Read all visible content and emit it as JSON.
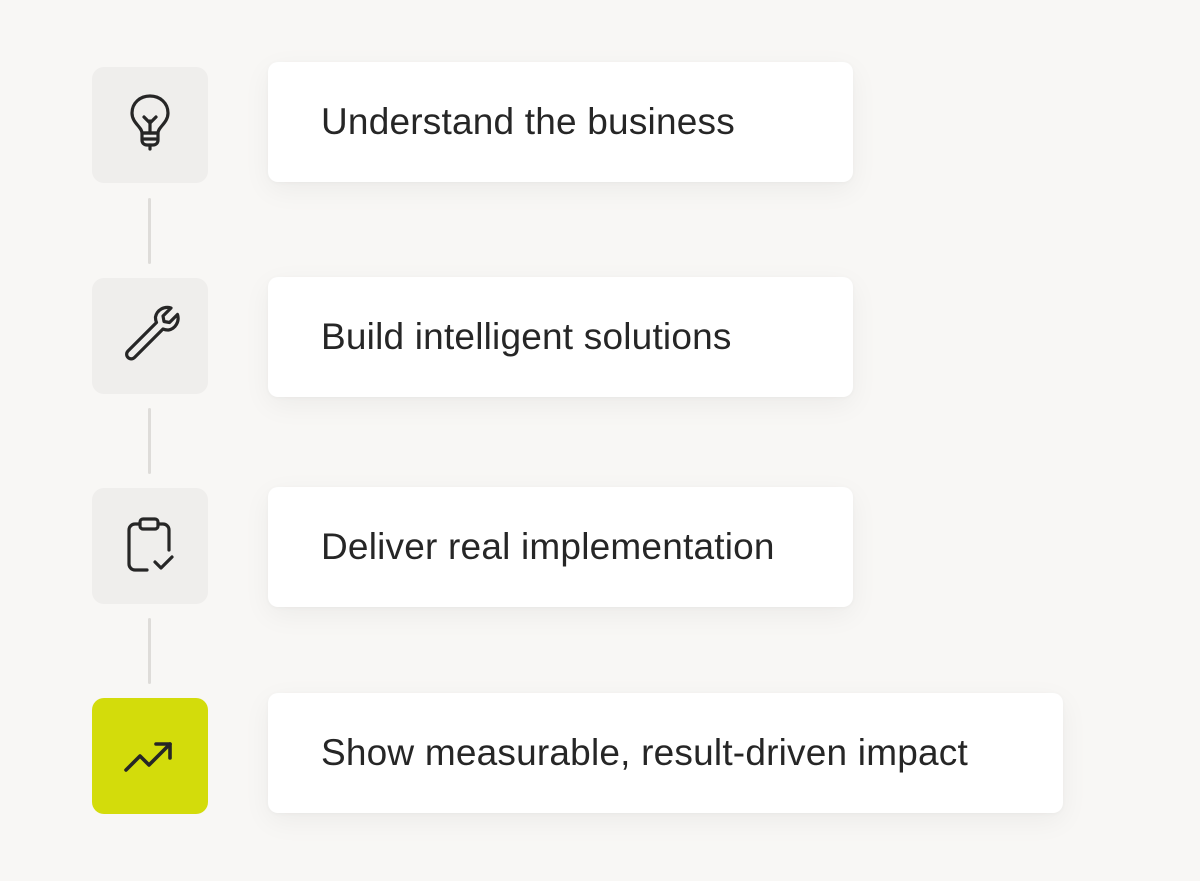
{
  "steps": [
    {
      "label": "Understand the business",
      "icon": "lightbulb-icon"
    },
    {
      "label": "Build intelligent solutions",
      "icon": "wrench-icon"
    },
    {
      "label": "Deliver real implementation",
      "icon": "clipboard-check-icon"
    },
    {
      "label": "Show measurable, result-driven impact",
      "icon": "trending-up-icon"
    }
  ],
  "colors": {
    "background": "#f8f7f5",
    "icon_box": "#efeeec",
    "active_icon_box": "#d3dc0b",
    "card": "#ffffff",
    "connector": "#dedcd9",
    "text": "#262626"
  }
}
